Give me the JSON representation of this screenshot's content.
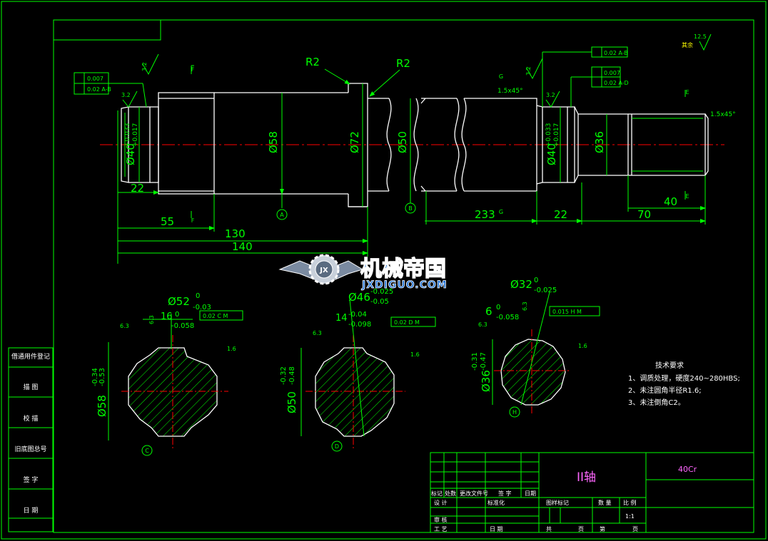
{
  "colors": {
    "background": "#000000",
    "frame": "#00ff00",
    "outline": "#ffffff",
    "dimension": "#00ff00",
    "centerline": "#ff0000",
    "hatch": "#00ff00",
    "title_text": "#ff66ff",
    "logo_blue": "#1a6fd6"
  },
  "dims": {
    "r2_left": "R2",
    "r2_right": "R2",
    "d40_left": "Ø40",
    "d40_left_tol_up": "+0.033",
    "d40_left_tol_low": "+0.017",
    "len22_left": "22",
    "d58": "Ø58",
    "d72": "Ø72",
    "d50": "Ø50",
    "d40_right": "Ø40",
    "d40_right_tol_up": "+0.033",
    "d40_right_tol_low": "+0.017",
    "d36": "Ø36",
    "len55": "55",
    "len130": "130",
    "len140": "140",
    "len233": "233",
    "len22_right": "22",
    "len70": "70",
    "len40": "40",
    "chamfer_1": "1.5x45°",
    "chamfer_2": "1.5x45°",
    "rough_32a": "3.2",
    "rough_32b": "3.2",
    "rough_32c": "3.2",
    "rough_32d": "3.2",
    "rough_125": "12.5",
    "rough_other": "其余",
    "tol_left_1": "0.007",
    "tol_left_2": "0.02 A-B",
    "tol_right_top": "0.02 A-B",
    "tol_right_1": "0.007",
    "tol_right_2": "0.02 A-D",
    "datum_a": "A",
    "datum_b": "B",
    "datum_c": "C",
    "datum_d": "D",
    "datum_h": "H",
    "sec_f": "F",
    "sec_g": "G",
    "sec_e": "E"
  },
  "sections": {
    "c": {
      "width": "16",
      "width_tol_up": "0",
      "width_tol_low": "-0.058",
      "depth": "Ø52",
      "depth_tol_up": "0",
      "depth_tol_low": "-0.03",
      "dia": "Ø58",
      "dia_tol_up": "-0.34",
      "dia_tol_low": "-0.53",
      "pos_tol": "0.02 C M",
      "rough_63a": "6.3",
      "rough_63b": "6.3",
      "rough_16": "1.6"
    },
    "d": {
      "width": "14",
      "width_tol_up": "-0.04",
      "width_tol_low": "-0.098",
      "depth": "Ø46",
      "depth_tol_up": "-0.025",
      "depth_tol_low": "-0.05",
      "dia": "Ø50",
      "dia_tol_up": "-0.32",
      "dia_tol_low": "-0.48",
      "pos_tol": "0.02 D M",
      "rough_63": "6.3",
      "rough_16": "1.6"
    },
    "h": {
      "width": "6",
      "width_tol_up": "0",
      "width_tol_low": "-0.058",
      "depth": "Ø32",
      "depth_tol_up": "0",
      "depth_tol_low": "-0.025",
      "dia": "Ø36",
      "dia_tol_up": "-0.31",
      "dia_tol_low": "-0.47",
      "pos_tol": "0.015 H M",
      "rough_63a": "6.3",
      "rough_63b": "6.3",
      "rough_16": "1.6"
    }
  },
  "tech": {
    "title": "技术要求",
    "l1": "1、调质处理，硬度240~280HBS;",
    "l2": "2、未注圆角半径R1.6;",
    "l3": "3、未注倒角C2。"
  },
  "logo": {
    "badge": "JX",
    "cn": "机械帝国",
    "en": "JXDIGUO.COM"
  },
  "sidebar": {
    "s1": "借通用件登记",
    "s2": "描 图",
    "s3": "校 描",
    "s4": "旧底图总号",
    "s5": "签 字",
    "s6": "日 期"
  },
  "title_block": {
    "part_name": "II轴",
    "material": "40Cr",
    "h_mark": "标记",
    "h_count": "处数",
    "h_doc": "更改文件号",
    "h_sign": "签 字",
    "h_date": "日期",
    "design": "设 计",
    "standard": "标准化",
    "review": "审 核",
    "process": "工 艺",
    "date": "日 期",
    "stage": "图样标记",
    "qty": "数 量",
    "scale_label": "比 例",
    "scale": "1:1",
    "total": "共",
    "page1": "页",
    "nth": "第",
    "page2": "页"
  }
}
